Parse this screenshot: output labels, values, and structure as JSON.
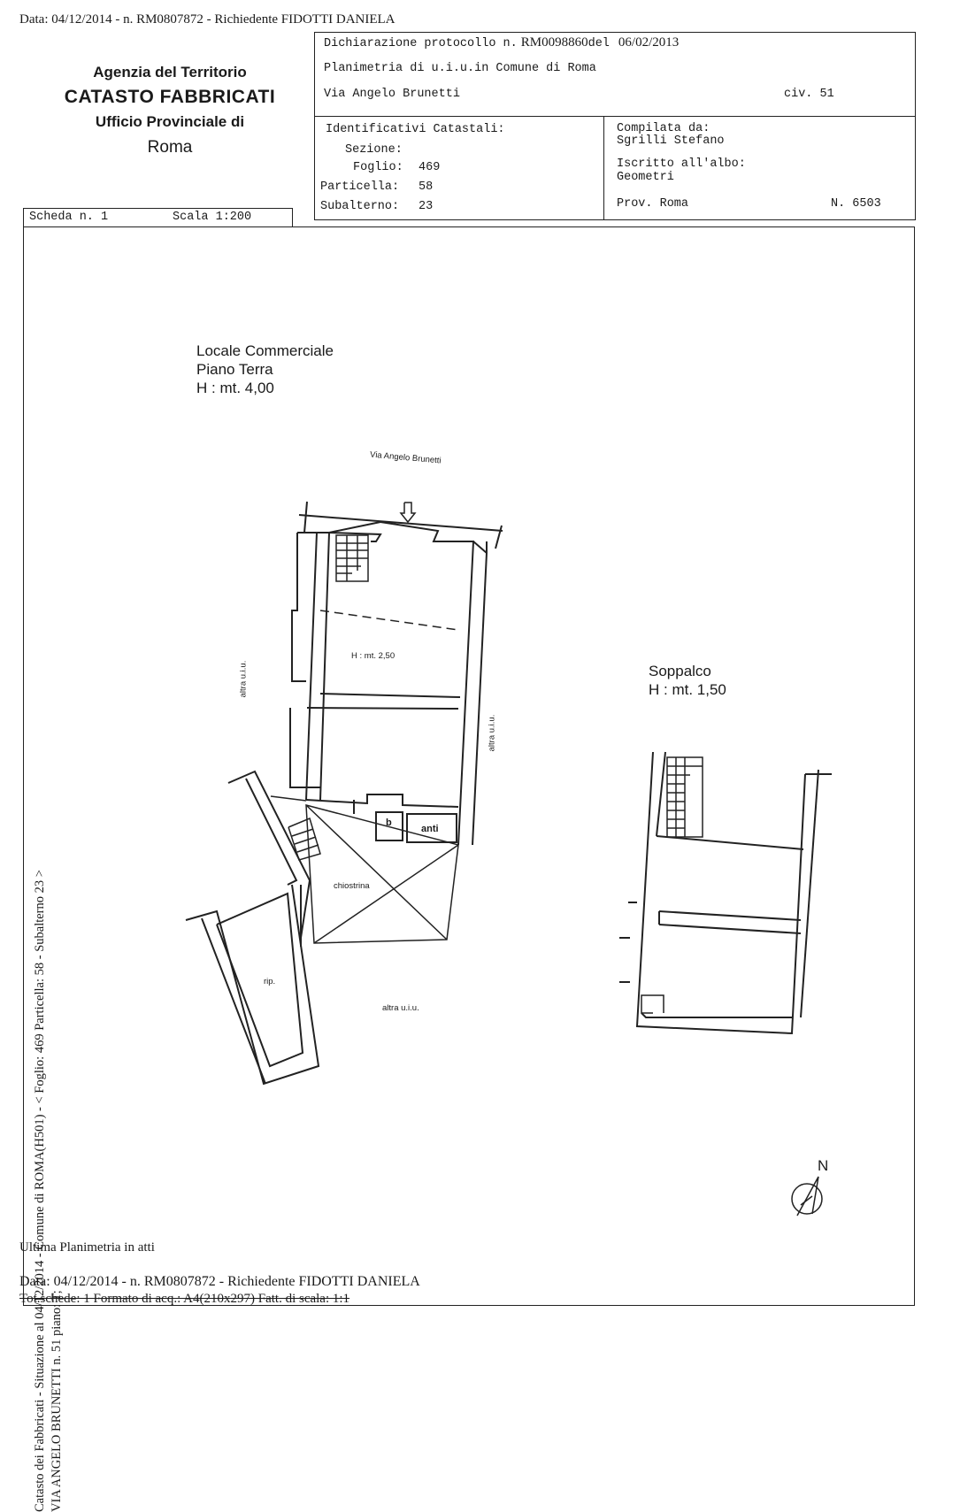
{
  "header": {
    "top_line": "Data: 04/12/2014 -  n. RM0807872 - Richiedente FIDOTTI DANIELA",
    "agency_line1": "Agenzia del Territorio",
    "agency_line2": "CATASTO FABBRICATI",
    "agency_line3": "Ufficio Provinciale di",
    "agency_line4": "Roma"
  },
  "declaration": {
    "protocol_label": "Dichiarazione protocollo n.",
    "protocol_number": "RM0098860",
    "del_label": "del",
    "protocol_date": "06/02/2013",
    "planimetria_label": "Planimetria di u.i.u.in Comune di Roma",
    "address": "Via Angelo Brunetti",
    "civic_label": "civ. 51"
  },
  "identifiers": {
    "title": "Identificativi Catastali:",
    "sezione_label": "Sezione:",
    "sezione_value": "",
    "foglio_label": "Foglio:",
    "foglio_value": "469",
    "particella_label": "Particella:",
    "particella_value": "58",
    "subalterno_label": "Subalterno:",
    "subalterno_value": "23"
  },
  "compiled": {
    "compiled_label": "Compilata da:",
    "compiled_by": "Sgrilli Stefano",
    "registered_label": "Iscritto all'albo:",
    "registered_value": "Geometri",
    "prov_label": "Prov. Roma",
    "number_label": "N. 6503"
  },
  "scheda": {
    "scheda_label": "Scheda n. 1",
    "scala_label": "Scala 1:200"
  },
  "plan": {
    "title_line1": "Locale Commerciale",
    "title_line2": "Piano Terra",
    "title_line3": "H : mt. 4,00",
    "street_label": "Via Angelo Brunetti",
    "room_height": "H : mt. 2,50",
    "altra_uiu_left": "altra u.i.u.",
    "altra_uiu_right": "altra u.i.u.",
    "altra_uiu_bottom": "altra u.i.u.",
    "bath_label": "b",
    "anti_label": "anti",
    "courtyard_label": "chiostrina",
    "storage_label": "rip.",
    "mezzanine_title": "Soppalco",
    "mezzanine_height": "H : mt. 1,50",
    "north_label": "N"
  },
  "vertical_text": {
    "line1": "Catasto dei Fabbricati - Situazione al 04/12/2014 - Comune di ROMA(H501) - < Foglio: 469 Particella: 58 - Subalterno 23 >",
    "line2": "VIA ANGELO BRUNETTI n. 51 piano: T;"
  },
  "footer": {
    "ultima": "Ultima Planimetria in atti",
    "data_line": "Data: 04/12/2014 -  n. RM0807872 - Richiedente FIDOTTI DANIELA",
    "tot_line": "Tot.schede: 1   Formato di acq.: A4(210x297)   Fatt. di scala: 1:1"
  }
}
